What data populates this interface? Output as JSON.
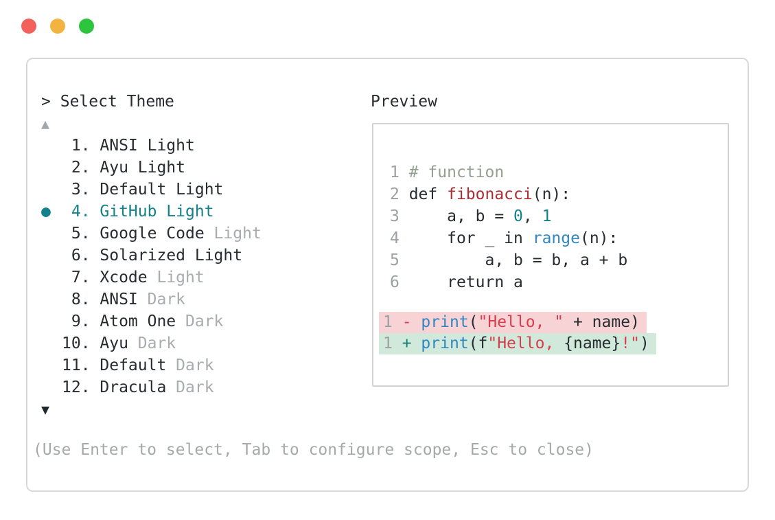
{
  "window_controls": {
    "close_color": "#f4605c",
    "minimize_color": "#f3b340",
    "zoom_color": "#2cc53d"
  },
  "colors": {
    "accent_teal": "#12818b",
    "keyword_blue": "#3287c1",
    "function_red": "#ab2e33",
    "string_red": "#d63e4d",
    "comment_green_gray": "#95a08f",
    "muted_gray": "#a6a9ab",
    "diff_removed_bg": "#f8d3d6",
    "diff_added_bg": "#d0e9da"
  },
  "prompt": {
    "marker": ">",
    "title": "Select Theme"
  },
  "preview": {
    "label": "Preview"
  },
  "theme_list": {
    "scroll_up_indicator": "▲",
    "scroll_down_indicator": "▼",
    "selected_number": 4,
    "items": [
      {
        "number": 1,
        "name": "ANSI Light",
        "variant": "",
        "selected": false
      },
      {
        "number": 2,
        "name": "Ayu Light",
        "variant": "",
        "selected": false
      },
      {
        "number": 3,
        "name": "Default Light",
        "variant": "",
        "selected": false
      },
      {
        "number": 4,
        "name": "GitHub Light",
        "variant": "",
        "selected": true
      },
      {
        "number": 5,
        "name": "Google Code",
        "variant": "Light",
        "selected": false
      },
      {
        "number": 6,
        "name": "Solarized Light",
        "variant": "",
        "selected": false
      },
      {
        "number": 7,
        "name": "Xcode",
        "variant": "Light",
        "selected": false
      },
      {
        "number": 8,
        "name": "ANSI",
        "variant": "Dark",
        "selected": false
      },
      {
        "number": 9,
        "name": "Atom One",
        "variant": "Dark",
        "selected": false
      },
      {
        "number": 10,
        "name": "Ayu",
        "variant": "Dark",
        "selected": false
      },
      {
        "number": 11,
        "name": "Default",
        "variant": "Dark",
        "selected": false
      },
      {
        "number": 12,
        "name": "Dracula",
        "variant": "Dark",
        "selected": false
      }
    ]
  },
  "code_preview": {
    "lines": [
      {
        "num": "1",
        "tokens": [
          {
            "t": "# function",
            "c": "comment"
          }
        ]
      },
      {
        "num": "2",
        "tokens": [
          {
            "t": "def ",
            "c": "plain"
          },
          {
            "t": "fibonacci",
            "c": "func"
          },
          {
            "t": "(n):",
            "c": "plain"
          }
        ]
      },
      {
        "num": "3",
        "tokens": [
          {
            "t": "    a, b = ",
            "c": "plain"
          },
          {
            "t": "0",
            "c": "num"
          },
          {
            "t": ", ",
            "c": "plain"
          },
          {
            "t": "1",
            "c": "num"
          }
        ]
      },
      {
        "num": "4",
        "tokens": [
          {
            "t": "    for _ in ",
            "c": "plain"
          },
          {
            "t": "range",
            "c": "blue"
          },
          {
            "t": "(n):",
            "c": "plain"
          }
        ]
      },
      {
        "num": "5",
        "tokens": [
          {
            "t": "        a, b = b, a + b",
            "c": "plain"
          }
        ]
      },
      {
        "num": "6",
        "tokens": [
          {
            "t": "    return a",
            "c": "plain"
          }
        ]
      }
    ],
    "diff_lines": [
      {
        "num": "1",
        "kind": "removed",
        "tokens": [
          {
            "t": "- ",
            "c": "minus"
          },
          {
            "t": "print",
            "c": "blue"
          },
          {
            "t": "(",
            "c": "plain"
          },
          {
            "t": "\"Hello, \"",
            "c": "str"
          },
          {
            "t": " + name)",
            "c": "plain"
          }
        ]
      },
      {
        "num": "1",
        "kind": "added",
        "tokens": [
          {
            "t": "+ ",
            "c": "plus"
          },
          {
            "t": "print",
            "c": "blue"
          },
          {
            "t": "(f",
            "c": "plain"
          },
          {
            "t": "\"Hello, ",
            "c": "str"
          },
          {
            "t": "{name}",
            "c": "plain"
          },
          {
            "t": "!\"",
            "c": "str"
          },
          {
            "t": ")",
            "c": "plain"
          }
        ]
      }
    ]
  },
  "hint": {
    "text": "(Use Enter to select, Tab to configure scope, Esc to close)"
  }
}
